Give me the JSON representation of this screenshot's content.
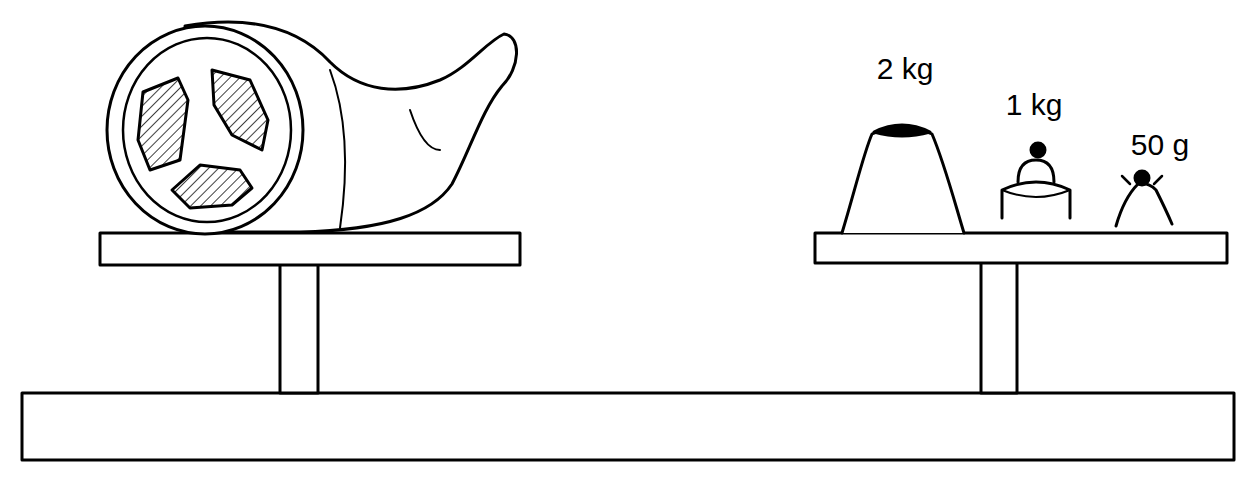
{
  "diagram": {
    "labels": [
      "2 kg",
      "1 kg",
      "50 g"
    ]
  }
}
